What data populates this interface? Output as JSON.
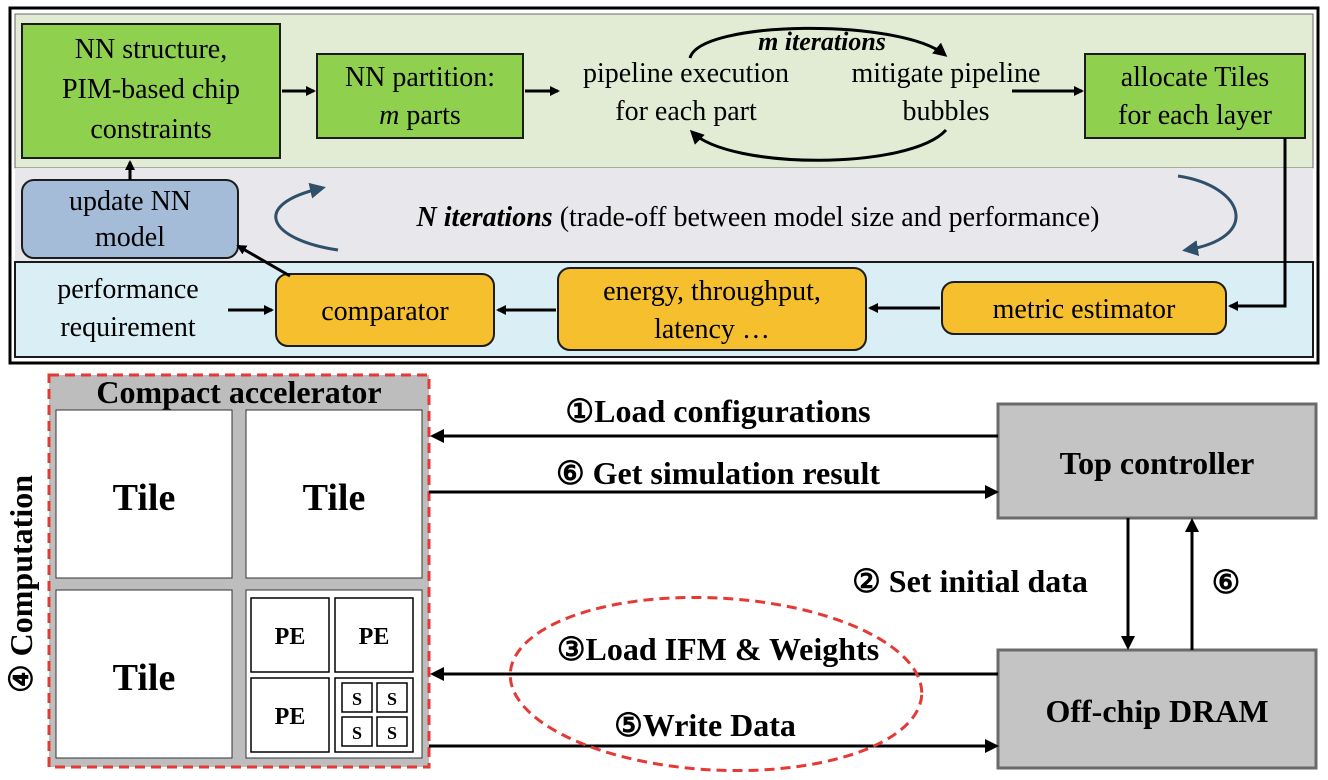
{
  "colors": {
    "green_band": "#e2ecd4",
    "gray_band": "#e8e8ec",
    "blue_band": "#daeef6",
    "green_box": "#8fd14f",
    "blue_box": "#a4bcd8",
    "orange_box": "#f6bf2e",
    "gray_box": "#c4c4c4",
    "dashed_red": "#e53935",
    "loop_arrow": "#2f4f6b"
  },
  "flow": {
    "nn_structure": [
      "NN structure,",
      "PIM-based chip",
      "constraints"
    ],
    "nn_partition": [
      "NN partition:"
    ],
    "m_var": "m",
    "m_parts_suffix": " parts",
    "pipeline_exec": [
      "pipeline execution",
      "for each part"
    ],
    "mitigate": [
      "mitigate pipeline",
      "bubbles"
    ],
    "m_iterations": "m iterations",
    "allocate": [
      "allocate Tiles",
      "for each layer"
    ],
    "update_model": [
      "update NN",
      "model"
    ],
    "n_iterations_bold": "N iterations",
    "n_iterations_rest": " (trade-off between model size and performance)",
    "performance": [
      "performance",
      "requirement"
    ],
    "comparator": "comparator",
    "energy": [
      "energy, throughput,",
      "latency …"
    ],
    "metric_estimator": "metric estimator"
  },
  "sim": {
    "accelerator_title": "Compact accelerator",
    "tile": "Tile",
    "pe": "PE",
    "s": "S",
    "computation": "④ Computation",
    "top_controller": "Top controller",
    "dram": "Off-chip DRAM",
    "step1": "①Load configurations",
    "step6": "⑥ Get simulation result",
    "step2": "② Set initial data",
    "step6_short": "⑥",
    "step3": "③Load IFM & Weights",
    "step5": "⑤Write Data"
  }
}
